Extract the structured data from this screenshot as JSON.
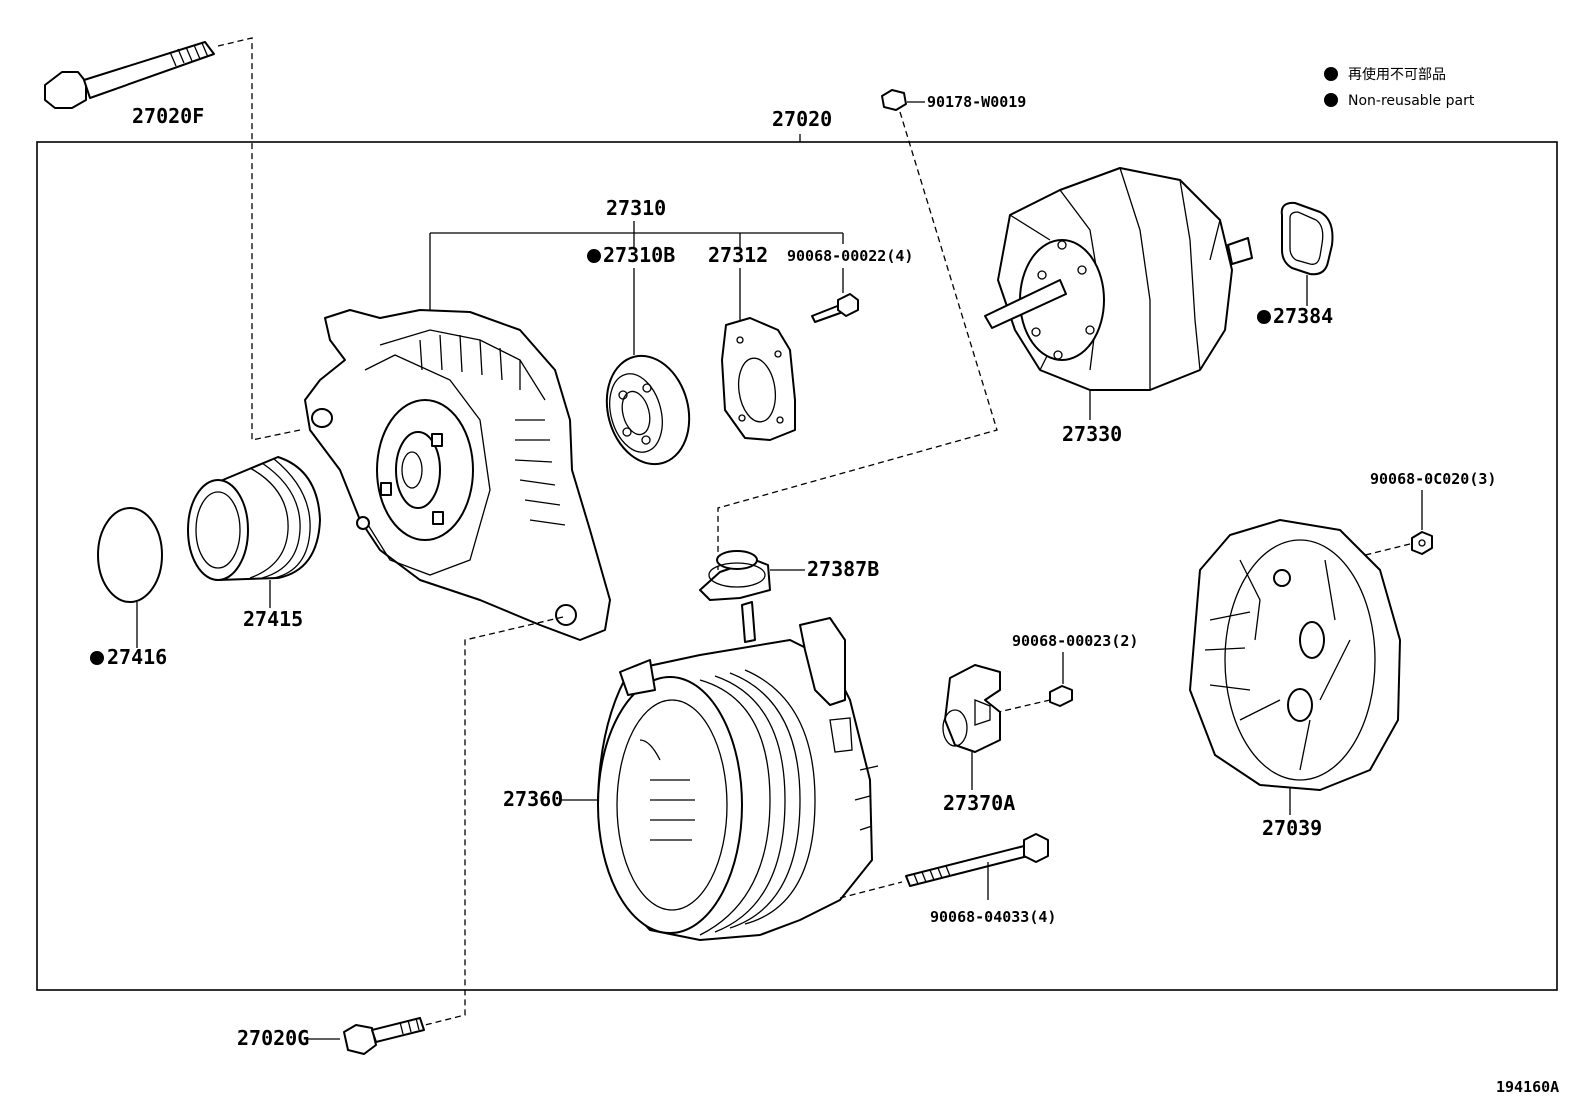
{
  "legend": {
    "mark": "●",
    "japanese": "再使用不可部品",
    "english": "Non-reusable part"
  },
  "figure_id": "194160A",
  "parts": {
    "p27020": "27020",
    "p27020F": "27020F",
    "p27020G": "27020G",
    "p27310": "27310",
    "p27310B": "27310B",
    "p27312": "27312",
    "p90068_00022": "90068-00022(4)",
    "p90178_W0019": "90178-W0019",
    "p27330": "27330",
    "p27384": "27384",
    "p27415": "27415",
    "p27416": "27416",
    "p27387B": "27387B",
    "p90068_0C020": "90068-0C020(3)",
    "p90068_00023": "90068-00023(2)",
    "p27360": "27360",
    "p27370A": "27370A",
    "p27039": "27039",
    "p90068_04033": "90068-04033(4)"
  }
}
